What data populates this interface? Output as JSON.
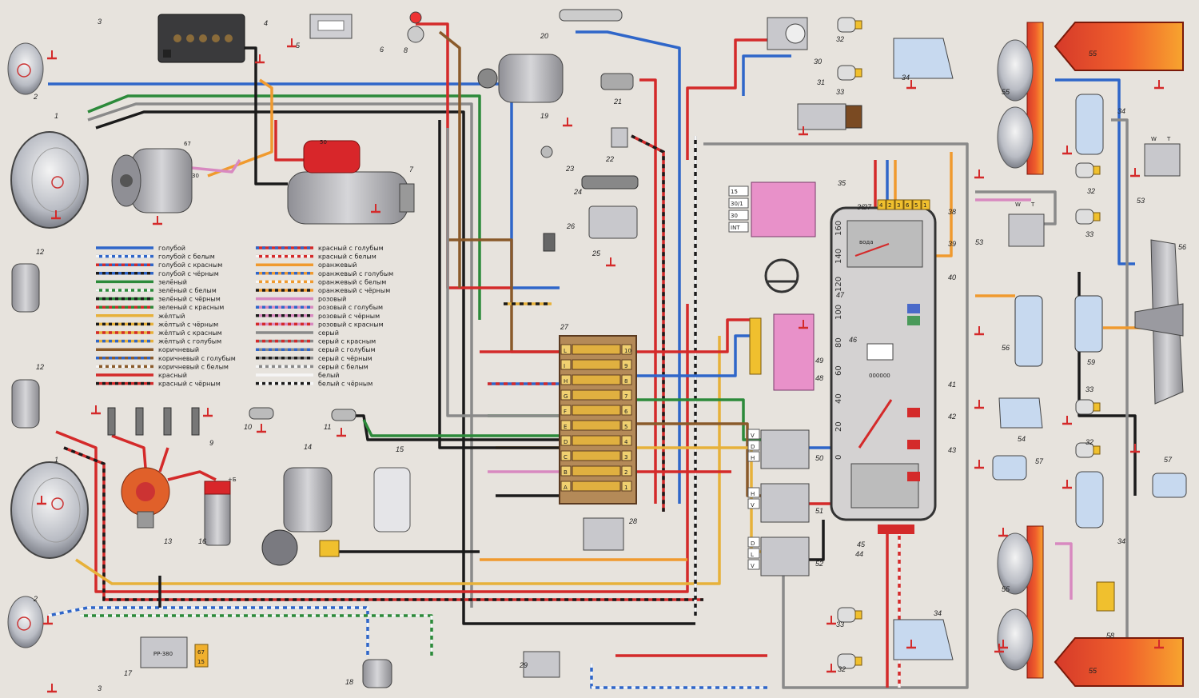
{
  "colors": {
    "blue": "#2f66c9",
    "green": "#2c8a3a",
    "yellow": "#e7b13a",
    "brown": "#8a5a2a",
    "red": "#d42a2a",
    "orange": "#f09a2e",
    "pink": "#d889c0",
    "grey": "#8a8a8a",
    "black": "#1b1b1b",
    "white": "#f6f6f6"
  },
  "legend": {
    "left": [
      {
        "label": "голубой",
        "c1": "blue",
        "c2": ""
      },
      {
        "label": "голубой с белым",
        "c1": "blue",
        "c2": "white"
      },
      {
        "label": "голубой с красным",
        "c1": "blue",
        "c2": "red"
      },
      {
        "label": "голубой с чёрным",
        "c1": "blue",
        "c2": "black"
      },
      {
        "label": "зелёный",
        "c1": "green",
        "c2": ""
      },
      {
        "label": "зелёный с белым",
        "c1": "green",
        "c2": "white"
      },
      {
        "label": "зелёный с чёрным",
        "c1": "green",
        "c2": "black"
      },
      {
        "label": "зеленый с красным",
        "c1": "green",
        "c2": "red"
      },
      {
        "label": "жёлтый",
        "c1": "yellow",
        "c2": ""
      },
      {
        "label": "жёлтый с чёрным",
        "c1": "yellow",
        "c2": "black"
      },
      {
        "label": "жёлтый с красным",
        "c1": "yellow",
        "c2": "red"
      },
      {
        "label": "жёлтый с голубым",
        "c1": "yellow",
        "c2": "blue"
      },
      {
        "label": "коричневый",
        "c1": "brown",
        "c2": ""
      },
      {
        "label": "коричневый с голубым",
        "c1": "brown",
        "c2": "blue"
      },
      {
        "label": "коричневый с белым",
        "c1": "brown",
        "c2": "white"
      },
      {
        "label": "красный",
        "c1": "red",
        "c2": ""
      },
      {
        "label": "красный с чёрным",
        "c1": "red",
        "c2": "black"
      }
    ],
    "right": [
      {
        "label": "красный с голубым",
        "c1": "red",
        "c2": "blue"
      },
      {
        "label": "красный с белым",
        "c1": "red",
        "c2": "white"
      },
      {
        "label": "оранжевый",
        "c1": "orange",
        "c2": ""
      },
      {
        "label": "оранжевый с голубым",
        "c1": "orange",
        "c2": "blue"
      },
      {
        "label": "оранжевый с белым",
        "c1": "orange",
        "c2": "white"
      },
      {
        "label": "оранжевый с чёрным",
        "c1": "orange",
        "c2": "black"
      },
      {
        "label": "розовый",
        "c1": "pink",
        "c2": ""
      },
      {
        "label": "розовый с голубым",
        "c1": "pink",
        "c2": "blue"
      },
      {
        "label": "розовый с чёрным",
        "c1": "pink",
        "c2": "black"
      },
      {
        "label": "розовый с красным",
        "c1": "pink",
        "c2": "red"
      },
      {
        "label": "серый",
        "c1": "grey",
        "c2": ""
      },
      {
        "label": "серый с красным",
        "c1": "grey",
        "c2": "red"
      },
      {
        "label": "серый с голубым",
        "c1": "grey",
        "c2": "blue"
      },
      {
        "label": "серый с чёрным",
        "c1": "grey",
        "c2": "black"
      },
      {
        "label": "серый с белым",
        "c1": "grey",
        "c2": "white"
      },
      {
        "label": "белый",
        "c1": "white",
        "c2": ""
      },
      {
        "label": "белый с чёрным",
        "c1": "white",
        "c2": "black"
      }
    ]
  },
  "fuse_letters": [
    "A",
    "B",
    "C",
    "D",
    "E",
    "F",
    "G",
    "H",
    "I",
    "L"
  ],
  "fuse_numbers": [
    "1",
    "2",
    "3",
    "4",
    "5",
    "6",
    "7",
    "8",
    "9",
    "10"
  ],
  "speedometer": {
    "ticks": [
      "0",
      "20",
      "40",
      "60",
      "80",
      "100",
      "120",
      "140",
      "160"
    ],
    "water_label": "вода",
    "odometer": "000000"
  },
  "connector_labels": {
    "c35": [
      "15",
      "30/1",
      "30",
      "INT"
    ],
    "c50": [
      "V",
      "D",
      "H"
    ],
    "c51": [
      "H",
      "V"
    ],
    "c52": [
      "D",
      "L",
      "V"
    ],
    "relay58": [
      "W",
      "T"
    ],
    "relay53": [
      "W",
      "T"
    ],
    "top36": [
      "4",
      "2",
      "3",
      "6",
      "5",
      "1"
    ],
    "relay17": "PP-380",
    "relay17_pins": [
      "67",
      "15"
    ],
    "alt_pins": [
      "67",
      "30"
    ],
    "starter_pin": "50",
    "coil_pin": "+Б"
  },
  "callouts": [
    "1",
    "1",
    "2",
    "2",
    "3",
    "3",
    "4",
    "5",
    "6",
    "7",
    "8",
    "9",
    "10",
    "11",
    "12",
    "12",
    "13",
    "14",
    "15",
    "16",
    "17",
    "18",
    "19",
    "20",
    "21",
    "22",
    "23",
    "24",
    "25",
    "26",
    "27",
    "28",
    "29",
    "30",
    "31",
    "32",
    "32",
    "32",
    "32",
    "33",
    "33",
    "33",
    "33",
    "34",
    "34",
    "34",
    "34",
    "35",
    "36",
    "37",
    "38",
    "39",
    "40",
    "41",
    "42",
    "43",
    "44",
    "45",
    "46",
    "47",
    "48",
    "49",
    "50",
    "51",
    "52",
    "53",
    "53",
    "54",
    "55",
    "55",
    "55",
    "55",
    "56",
    "56",
    "57",
    "57",
    "58",
    "59"
  ]
}
